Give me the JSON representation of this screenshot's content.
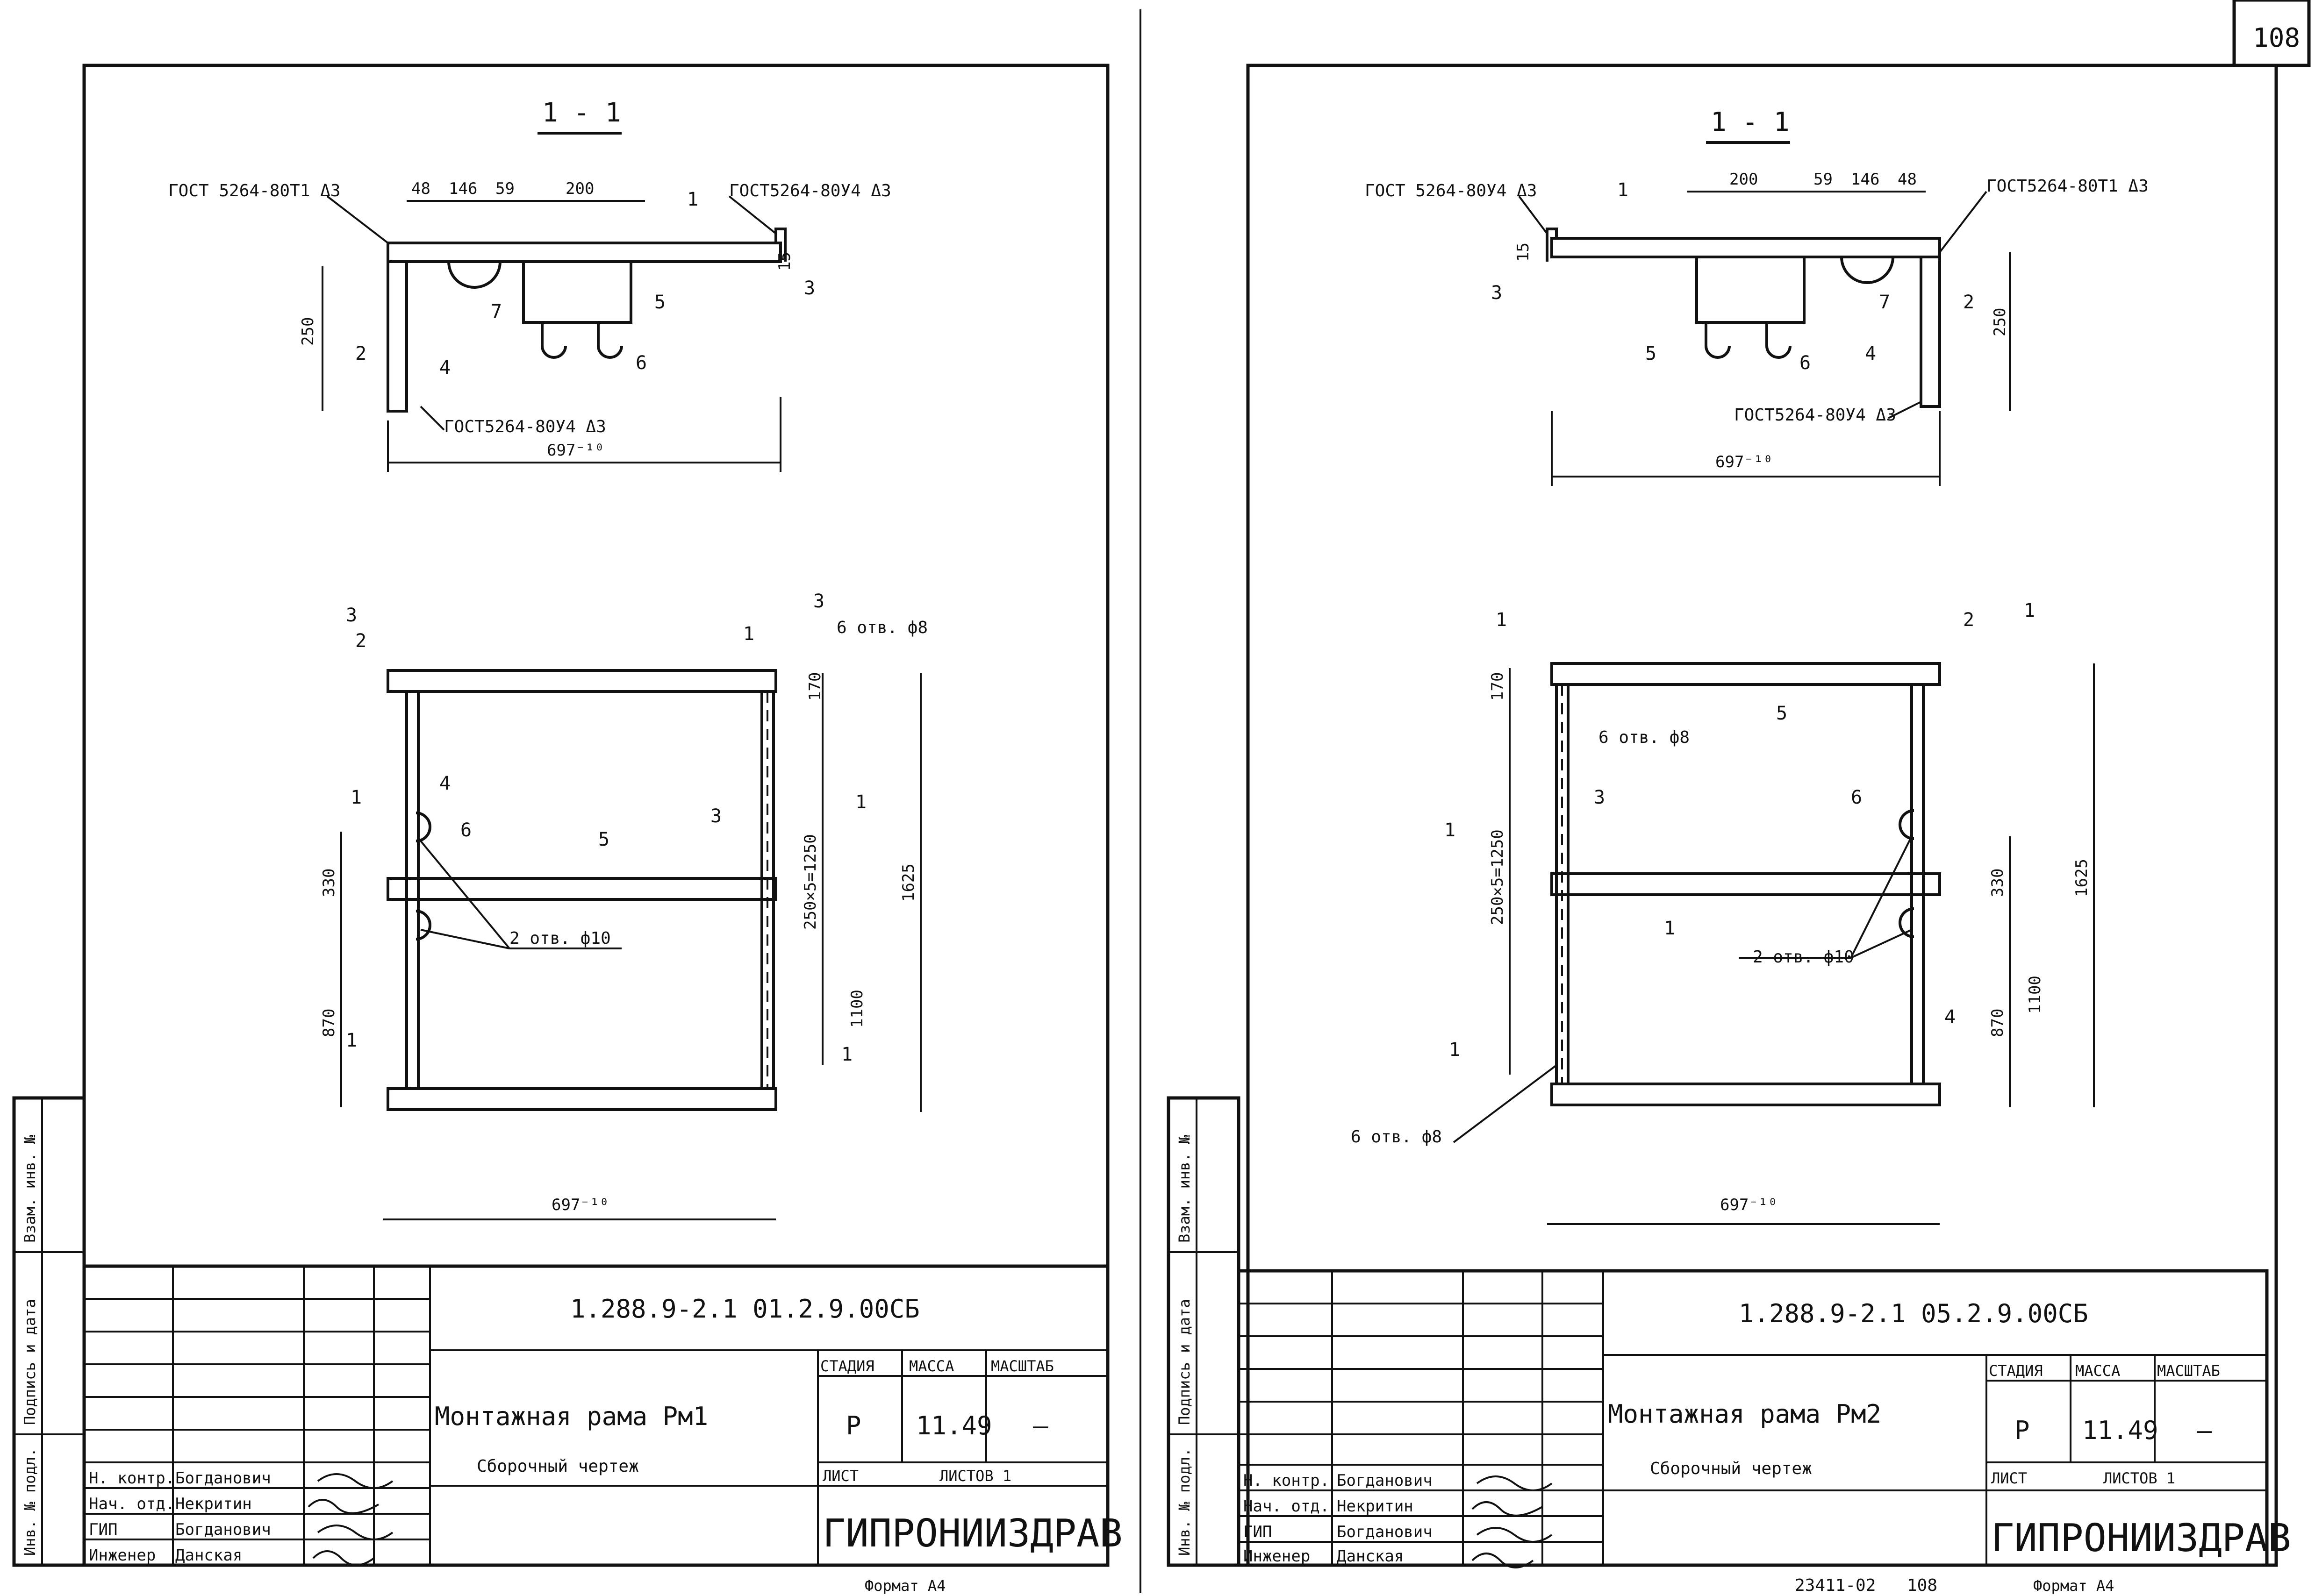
{
  "sheet_number": "108",
  "bottom_note": "23411-02",
  "bottom_sheet_ref": "108",
  "side_stamp": [
    "Инв. № подл.",
    "Подпись и дата",
    "Взам. инв. №"
  ],
  "left_sheet": {
    "section_label": "1 - 1",
    "weld_callouts": [
      "ГОСТ 5264-80Т1 Δ3",
      "ГОСТ5264-80У4 Δ3",
      "ГОСТ5264-80У4 Δ3"
    ],
    "section_dims": [
      "48",
      "146",
      "59",
      "200",
      "15",
      "250",
      "697⁻¹⁰"
    ],
    "section_parts": [
      "1",
      "2",
      "3",
      "4",
      "5",
      "6",
      "7"
    ],
    "plan_marks": [
      "3",
      "3",
      "1",
      "1",
      "1",
      "1"
    ],
    "plan_parts": [
      "2",
      "1",
      "4",
      "6",
      "5",
      "3"
    ],
    "plan_dims": [
      "170",
      "250×5=1250",
      "1625",
      "1100",
      "330",
      "870",
      "697⁻¹⁰"
    ],
    "holes": [
      "6 отв. ф8",
      "2 отв. ф10"
    ],
    "title_block": {
      "doc_code": "1.288.9-2.1  01.2.9.00СБ",
      "name": "Монтажная рама Рм1",
      "subtitle": "Сборочный чертеж",
      "headers": [
        "СТАДИЯ",
        "МАССА",
        "МАСШТАБ"
      ],
      "stage": "Р",
      "mass": "11.49",
      "scale": "—",
      "sheet_label": "ЛИСТ",
      "sheets_label": "ЛИСТОВ 1",
      "organization": "ГИПРОНИИЗДРАВ",
      "signers": [
        {
          "role": "Н. контр.",
          "name": "Богданович"
        },
        {
          "role": "Нач. отд.",
          "name": "Некритин"
        },
        {
          "role": "ГИП",
          "name": "Богданович"
        },
        {
          "role": "Инженер",
          "name": "Данская"
        }
      ]
    },
    "format": "Формат А4"
  },
  "right_sheet": {
    "section_label": "1 - 1",
    "weld_callouts": [
      "ГОСТ 5264-80У4 Δ3",
      "ГОСТ5264-80Т1 Δ3",
      "ГОСТ5264-80У4 Δ3"
    ],
    "section_dims": [
      "200",
      "59",
      "146",
      "48",
      "15",
      "250",
      "697⁻¹⁰"
    ],
    "section_parts": [
      "1",
      "3",
      "5",
      "6",
      "7",
      "2",
      "4"
    ],
    "plan_marks": [
      "1",
      "1",
      "1",
      "1"
    ],
    "plan_parts": [
      "2",
      "5",
      "3",
      "6",
      "1",
      "4"
    ],
    "plan_dims": [
      "170",
      "250×5=1250",
      "1625",
      "1100",
      "330",
      "870",
      "697⁻¹⁰"
    ],
    "holes": [
      "6 отв. ф8",
      "2 отв. ф10",
      "6 отв. ф8"
    ],
    "title_block": {
      "doc_code": "1.288.9-2.1  05.2.9.00СБ",
      "name": "Монтажная рама Рм2",
      "subtitle": "Сборочный чертеж",
      "headers": [
        "СТАДИЯ",
        "МАССА",
        "МАСШТАБ"
      ],
      "stage": "Р",
      "mass": "11.49",
      "scale": "—",
      "sheet_label": "ЛИСТ",
      "sheets_label": "ЛИСТОВ 1",
      "organization": "ГИПРОНИИЗДРАВ",
      "signers": [
        {
          "role": "Н. контр.",
          "name": "Богданович"
        },
        {
          "role": "Нач. отд.",
          "name": "Некритин"
        },
        {
          "role": "ГИП",
          "name": "Богданович"
        },
        {
          "role": "Инженер",
          "name": "Данская"
        }
      ]
    },
    "format": "Формат А4"
  }
}
